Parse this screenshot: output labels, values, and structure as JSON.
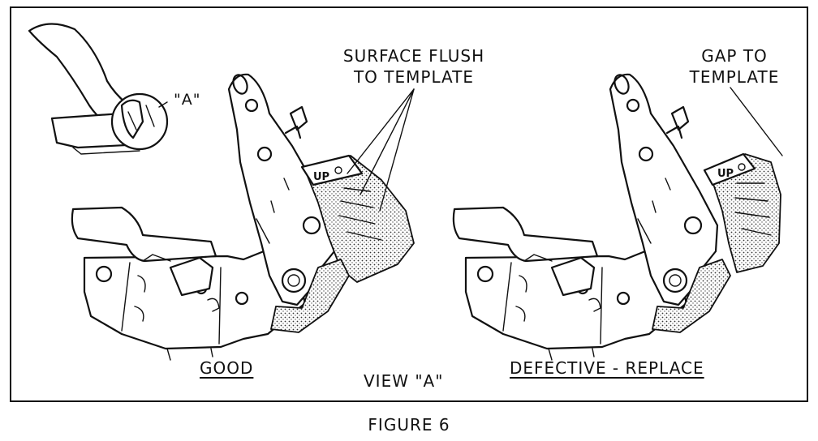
{
  "labels": {
    "callout_left": "SURFACE FLUSH\nTO TEMPLATE",
    "callout_right": "GAP TO\nTEMPLATE",
    "inset_view": "\"A\"",
    "good": "GOOD",
    "defective": "DEFECTIVE - REPLACE",
    "view": "VIEW \"A\"",
    "figure": "FIGURE 6",
    "template_left": "UP",
    "template_right": "UP"
  }
}
